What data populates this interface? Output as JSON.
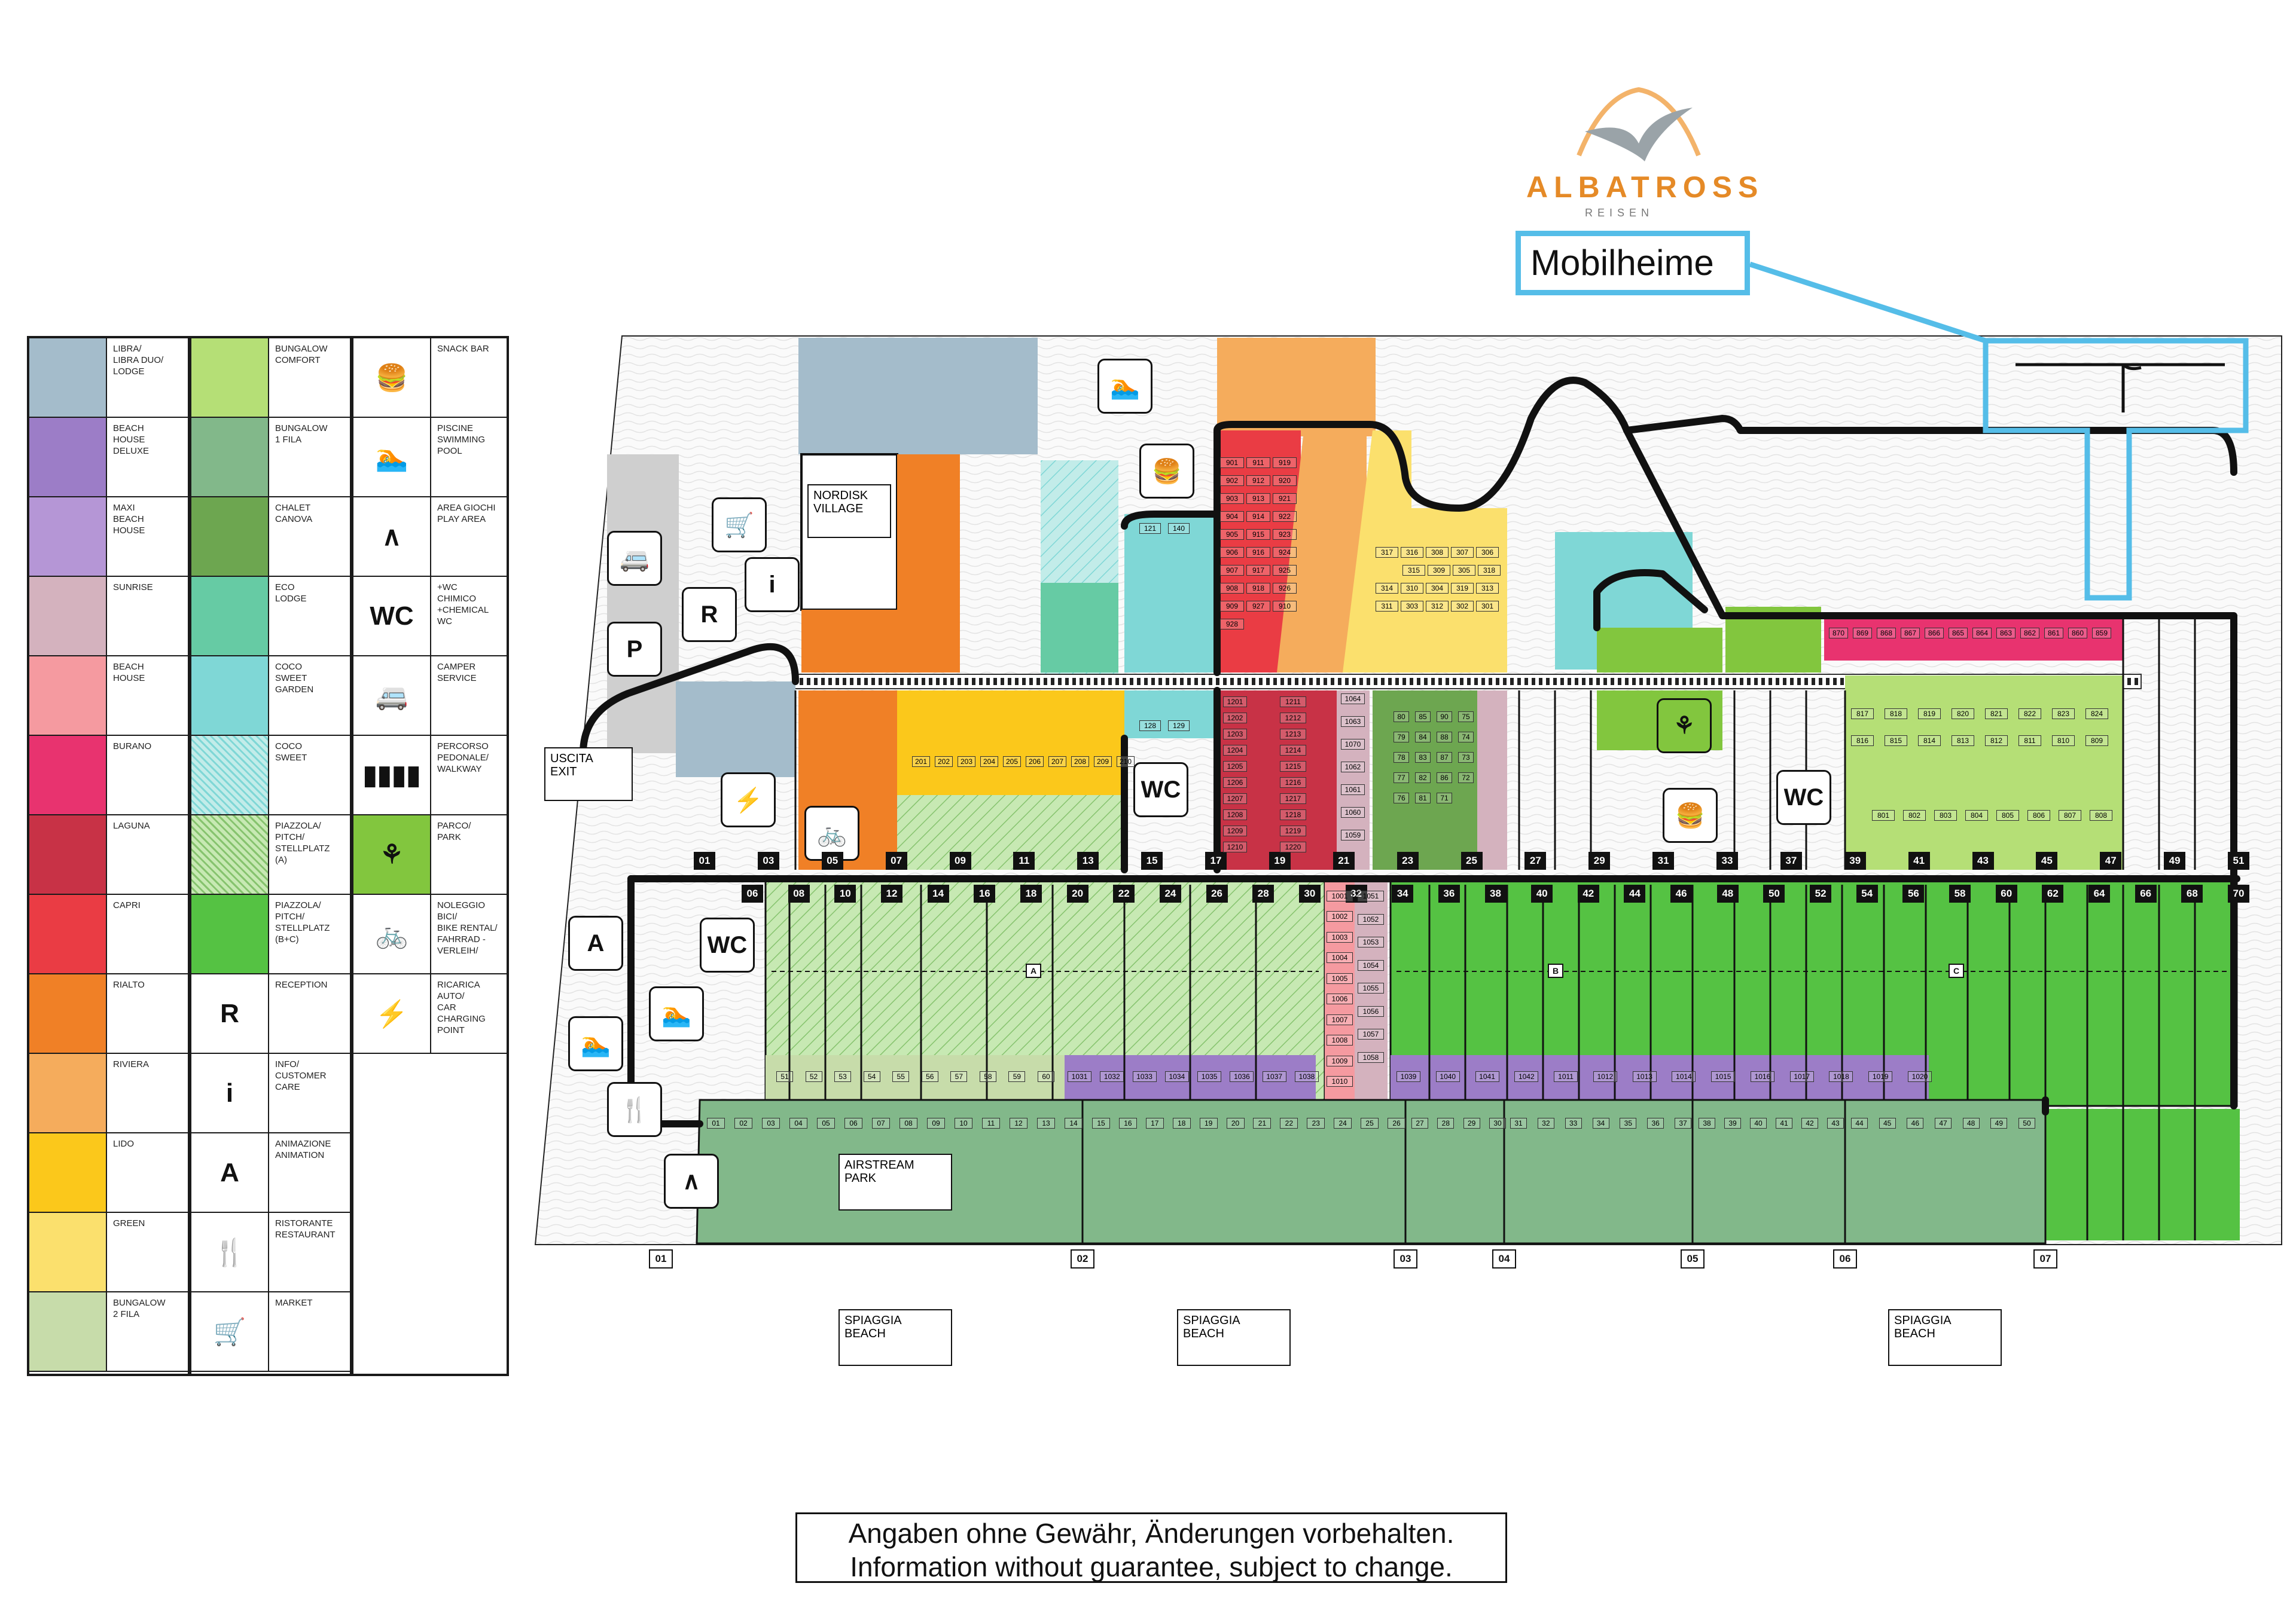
{
  "brand": {
    "name": "ALBATROSS",
    "sub": "REISEN"
  },
  "callout": {
    "label": "Mobilheime",
    "color": "#55bde8"
  },
  "legend": {
    "col1": [
      {
        "label": "LIBRA/\nLIBRA DUO/\nLODGE",
        "color": "#a4bccb"
      },
      {
        "label": "BEACH\nHOUSE\nDELUXE",
        "color": "#9c7dc7"
      },
      {
        "label": "MAXI\nBEACH\nHOUSE",
        "color": "#b596d6"
      },
      {
        "label": "SUNRISE",
        "color": "#d4b2be"
      },
      {
        "label": "BEACH\nHOUSE",
        "color": "#f59aa0"
      },
      {
        "label": "BURANO",
        "color": "#e8336f"
      },
      {
        "label": "LAGUNA",
        "color": "#c83246"
      },
      {
        "label": "CAPRI",
        "color": "#ea3c44"
      },
      {
        "label": "RIALTO",
        "color": "#f08026"
      },
      {
        "label": "RIVIERA",
        "color": "#f5ac5c"
      },
      {
        "label": "LIDO",
        "color": "#fbc81b"
      },
      {
        "label": "GREEN",
        "color": "#fbe06d"
      },
      {
        "label": "BUNGALOW\n2 FILA",
        "color": "#c7dcaa"
      }
    ],
    "col2": [
      {
        "label": "BUNGALOW\nCOMFORT",
        "color": "#b5df76"
      },
      {
        "label": "BUNGALOW\n1 FILA",
        "color": "#82b88a"
      },
      {
        "label": "CHALET\nCANOVA",
        "color": "#6da650"
      },
      {
        "label": "ECO\nLODGE",
        "color": "#66cba4"
      },
      {
        "label": "COCO\nSWEET\nGARDEN",
        "color": "#7fd7d6"
      },
      {
        "label": "COCO\nSWEET",
        "color": "#c2ece9"
      },
      {
        "label": "PIAZZOLA/\nPITCH/\nSTELLPLATZ\n(A)",
        "color": "#b3e09a"
      },
      {
        "label": "PIAZZOLA/\nPITCH/\nSTELLPLATZ\n(B+C)",
        "color": "#55c243"
      },
      {
        "label": "RECEPTION",
        "icon": "R"
      },
      {
        "label": "INFO/\nCUSTOMER\nCARE",
        "icon": "i"
      },
      {
        "label": "ANIMAZIONE\nANIMATION",
        "icon": "A"
      },
      {
        "label": "RISTORANTE\nRESTAURANT",
        "icon": "fork-knife"
      },
      {
        "label": "MARKET",
        "icon": "cart"
      }
    ],
    "col3": [
      {
        "label": "SNACK BAR",
        "icon": "snack"
      },
      {
        "label": "PISCINE\nSWIMMING\nPOOL",
        "icon": "pool"
      },
      {
        "label": "AREA GIOCHI\nPLAY AREA",
        "icon": "swing"
      },
      {
        "label": "+WC\nCHIMICO\n+CHEMICAL\nWC",
        "icon": "WC"
      },
      {
        "label": "CAMPER\nSERVICE",
        "icon": "camper"
      },
      {
        "label": "PERCORSO\nPEDONALE/\nWALKWAY",
        "icon": "walkway"
      },
      {
        "label": "PARCO/\nPARK",
        "icon": "park"
      },
      {
        "label": "NOLEGGIO\nBICI/\nBIKE RENTAL/\nFAHRRAD -\nVERLEIH/",
        "icon": "bike"
      },
      {
        "label": "RICARICA\nAUTO/\nCAR\nCHARGING\nPOINT",
        "icon": "charging"
      }
    ]
  },
  "map": {
    "exit_label": "USCITA\nEXIT",
    "nordisk_label": "NORDISK\nVILLAGE",
    "airstream_label": "AIRSTREAM\nPARK",
    "beach_labels": [
      "SPIAGGIA\nBEACH",
      "SPIAGGIA\nBEACH",
      "SPIAGGIA\nBEACH"
    ],
    "road_numbers_top": [
      "01",
      "03",
      "05",
      "07",
      "09",
      "11",
      "13",
      "15",
      "17",
      "19",
      "21",
      "23",
      "25",
      "27",
      "29",
      "31",
      "33",
      "37",
      "39",
      "41",
      "43",
      "45",
      "47",
      "49",
      "51"
    ],
    "road_numbers_mid": [
      "06",
      "08",
      "10",
      "12",
      "14",
      "16",
      "18",
      "20",
      "22",
      "24",
      "26",
      "28",
      "30",
      "32",
      "34",
      "36",
      "38",
      "40",
      "42",
      "44",
      "46",
      "48",
      "50",
      "52",
      "54",
      "56",
      "58",
      "60",
      "62",
      "64",
      "66",
      "68",
      "70"
    ],
    "beach_access": [
      "01",
      "02",
      "03",
      "04",
      "05",
      "06",
      "07"
    ],
    "sector_labels": [
      "A",
      "B",
      "C"
    ],
    "row_purple": [
      "1031",
      "1032",
      "1033",
      "1034",
      "1035",
      "1036",
      "1037",
      "1038",
      "1039",
      "1040",
      "1041",
      "1042",
      "1011",
      "1012",
      "1013",
      "1014",
      "1015",
      "1016",
      "1017",
      "1018",
      "1019",
      "1020"
    ],
    "row_bungalow2": [
      "51",
      "52",
      "53",
      "54",
      "55",
      "56",
      "57",
      "58",
      "59",
      "60"
    ],
    "row_airstream_a": [
      "01",
      "02",
      "03",
      "04",
      "05",
      "06",
      "07",
      "08",
      "09",
      "10",
      "11",
      "12",
      "13",
      "14"
    ],
    "row_airstream_b": [
      "15",
      "16",
      "17",
      "18",
      "19",
      "20",
      "21",
      "22",
      "23",
      "24",
      "25",
      "26"
    ],
    "row_airstream_c": [
      "27",
      "28",
      "29",
      "30"
    ],
    "row_airstream_d": [
      "31",
      "32",
      "33",
      "34",
      "35",
      "36",
      "37"
    ],
    "row_airstream_e": [
      "38",
      "39",
      "40",
      "41",
      "42",
      "43"
    ],
    "row_airstream_f": [
      "44",
      "45",
      "46",
      "47",
      "48",
      "49",
      "50"
    ],
    "beachhouse_col": [
      "1001",
      "1002",
      "1003",
      "1004",
      "1005",
      "1006",
      "1007",
      "1008",
      "1009",
      "1010"
    ],
    "sunrise_col": [
      "1051",
      "1052",
      "1053",
      "1054",
      "1055",
      "1056",
      "1057",
      "1058"
    ],
    "capri_block": [
      "901",
      "911",
      "919",
      "902",
      "912",
      "920",
      "903",
      "913",
      "921",
      "904",
      "914",
      "922",
      "905",
      "915",
      "923",
      "906",
      "916",
      "924",
      "907",
      "917",
      "925",
      "908",
      "918",
      "926",
      "909",
      "927",
      "910",
      "928"
    ],
    "lido_block": [
      "317",
      "316",
      "308",
      "307",
      "306",
      "315",
      "309",
      "305",
      "318",
      "314",
      "310",
      "304",
      "319",
      "313",
      "311",
      "303",
      "312",
      "302",
      "301"
    ],
    "green_block": [
      "817",
      "818",
      "819",
      "820",
      "821",
      "822",
      "823",
      "824",
      "816",
      "815",
      "814",
      "813",
      "812",
      "811",
      "810",
      "809",
      "801",
      "802",
      "803",
      "804",
      "805",
      "806",
      "807",
      "808"
    ],
    "coco_garden": [
      "121",
      "140",
      "128",
      "129"
    ],
    "lido_row": [
      "201",
      "202",
      "203",
      "204",
      "205",
      "206",
      "207",
      "208",
      "209",
      "210"
    ],
    "burano_row": [
      "870",
      "869",
      "868",
      "867",
      "866",
      "865",
      "864",
      "863",
      "862",
      "861",
      "860",
      "859"
    ],
    "laguna_block": [
      "1201",
      "1202",
      "1203",
      "1204",
      "1205",
      "1206",
      "1207",
      "1208",
      "1209",
      "1210",
      "1211",
      "1212",
      "1213",
      "1214",
      "1215",
      "1216",
      "1217",
      "1218",
      "1219",
      "1220"
    ],
    "chalet_block": [
      "80",
      "85",
      "90",
      "75",
      "79",
      "84",
      "88",
      "74",
      "78",
      "83",
      "87",
      "73",
      "77",
      "82",
      "86",
      "72",
      "76",
      "81",
      "71"
    ],
    "sunrise_small": [
      "1064",
      "1063",
      "1070",
      "1062",
      "1061",
      "1060",
      "1059"
    ]
  },
  "disclaimer": {
    "line1": "Angaben ohne Gewähr, Änderungen vorbehalten.",
    "line2": "Information without guarantee, subject to change."
  },
  "colors": {
    "pitch_green": "#55c243",
    "pitch_light": "#b3e09a",
    "airstream": "#82b88a",
    "outline": "#1a1a1a"
  }
}
